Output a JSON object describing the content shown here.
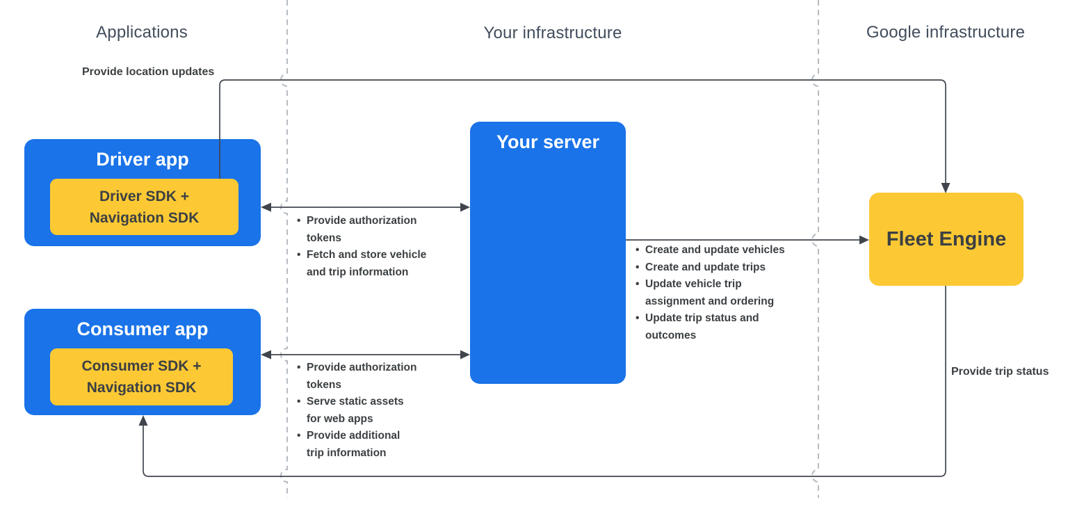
{
  "headers": {
    "applications": "Applications",
    "your_infrastructure": "Your infrastructure",
    "google_infrastructure": "Google infrastructure"
  },
  "nodes": {
    "driver_app": {
      "title": "Driver app",
      "sdk": "Driver SDK +\nNavigation SDK"
    },
    "consumer_app": {
      "title": "Consumer app",
      "sdk": "Consumer SDK +\nNavigation SDK"
    },
    "your_server": {
      "title": "Your server"
    },
    "fleet_engine": {
      "title": "Fleet Engine"
    }
  },
  "edges": {
    "location_updates": {
      "label": "Provide location updates"
    },
    "driver_server": {
      "items": [
        "Provide authorization\ntokens",
        "Fetch and store vehicle\nand trip information"
      ]
    },
    "consumer_server": {
      "items": [
        "Provide authorization\ntokens",
        "Serve static assets\nfor web apps",
        "Provide additional\ntrip information"
      ]
    },
    "server_fleet": {
      "items": [
        "Create and update vehicles",
        "Create and update trips",
        "Update vehicle trip\nassignment and ordering",
        "Update trip status and\noutcomes"
      ]
    },
    "trip_status": {
      "label": "Provide trip status"
    }
  },
  "colors": {
    "blue": "#1a73e8",
    "yellow": "#fcc934",
    "text_dark": "#3c4043",
    "header_text": "#414d5c",
    "line": "#40454d",
    "divider": "#b6bcc3"
  }
}
